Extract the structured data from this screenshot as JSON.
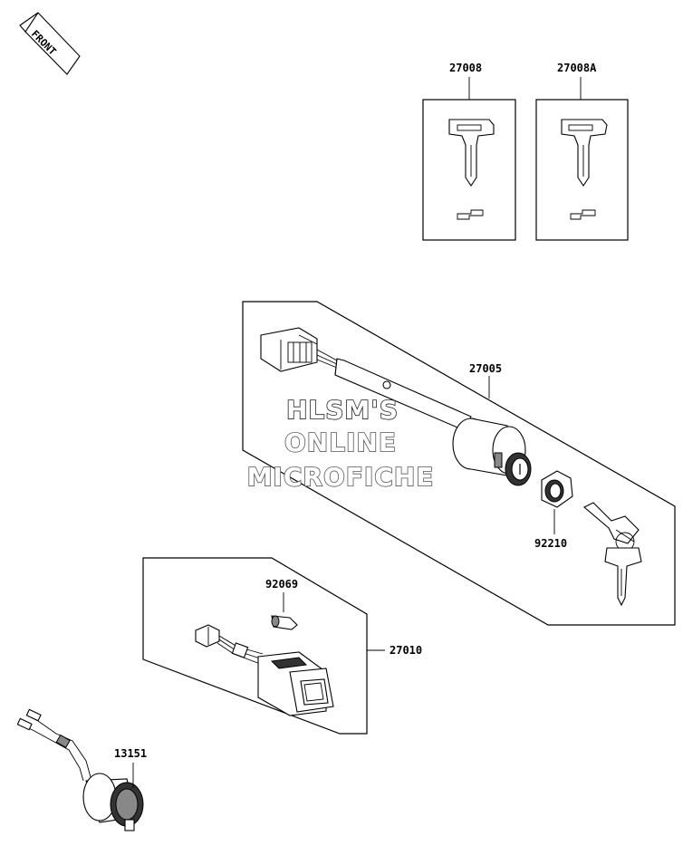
{
  "front_badge": {
    "label": "FRONT"
  },
  "parts": [
    {
      "number": "27008"
    },
    {
      "number": "27008A"
    },
    {
      "number": "27005"
    },
    {
      "number": "92210"
    },
    {
      "number": "92069"
    },
    {
      "number": "27010"
    },
    {
      "number": "13151"
    }
  ],
  "watermark": {
    "lines": [
      "HLSM'S",
      "ONLINE",
      "MICROFICHE"
    ]
  }
}
